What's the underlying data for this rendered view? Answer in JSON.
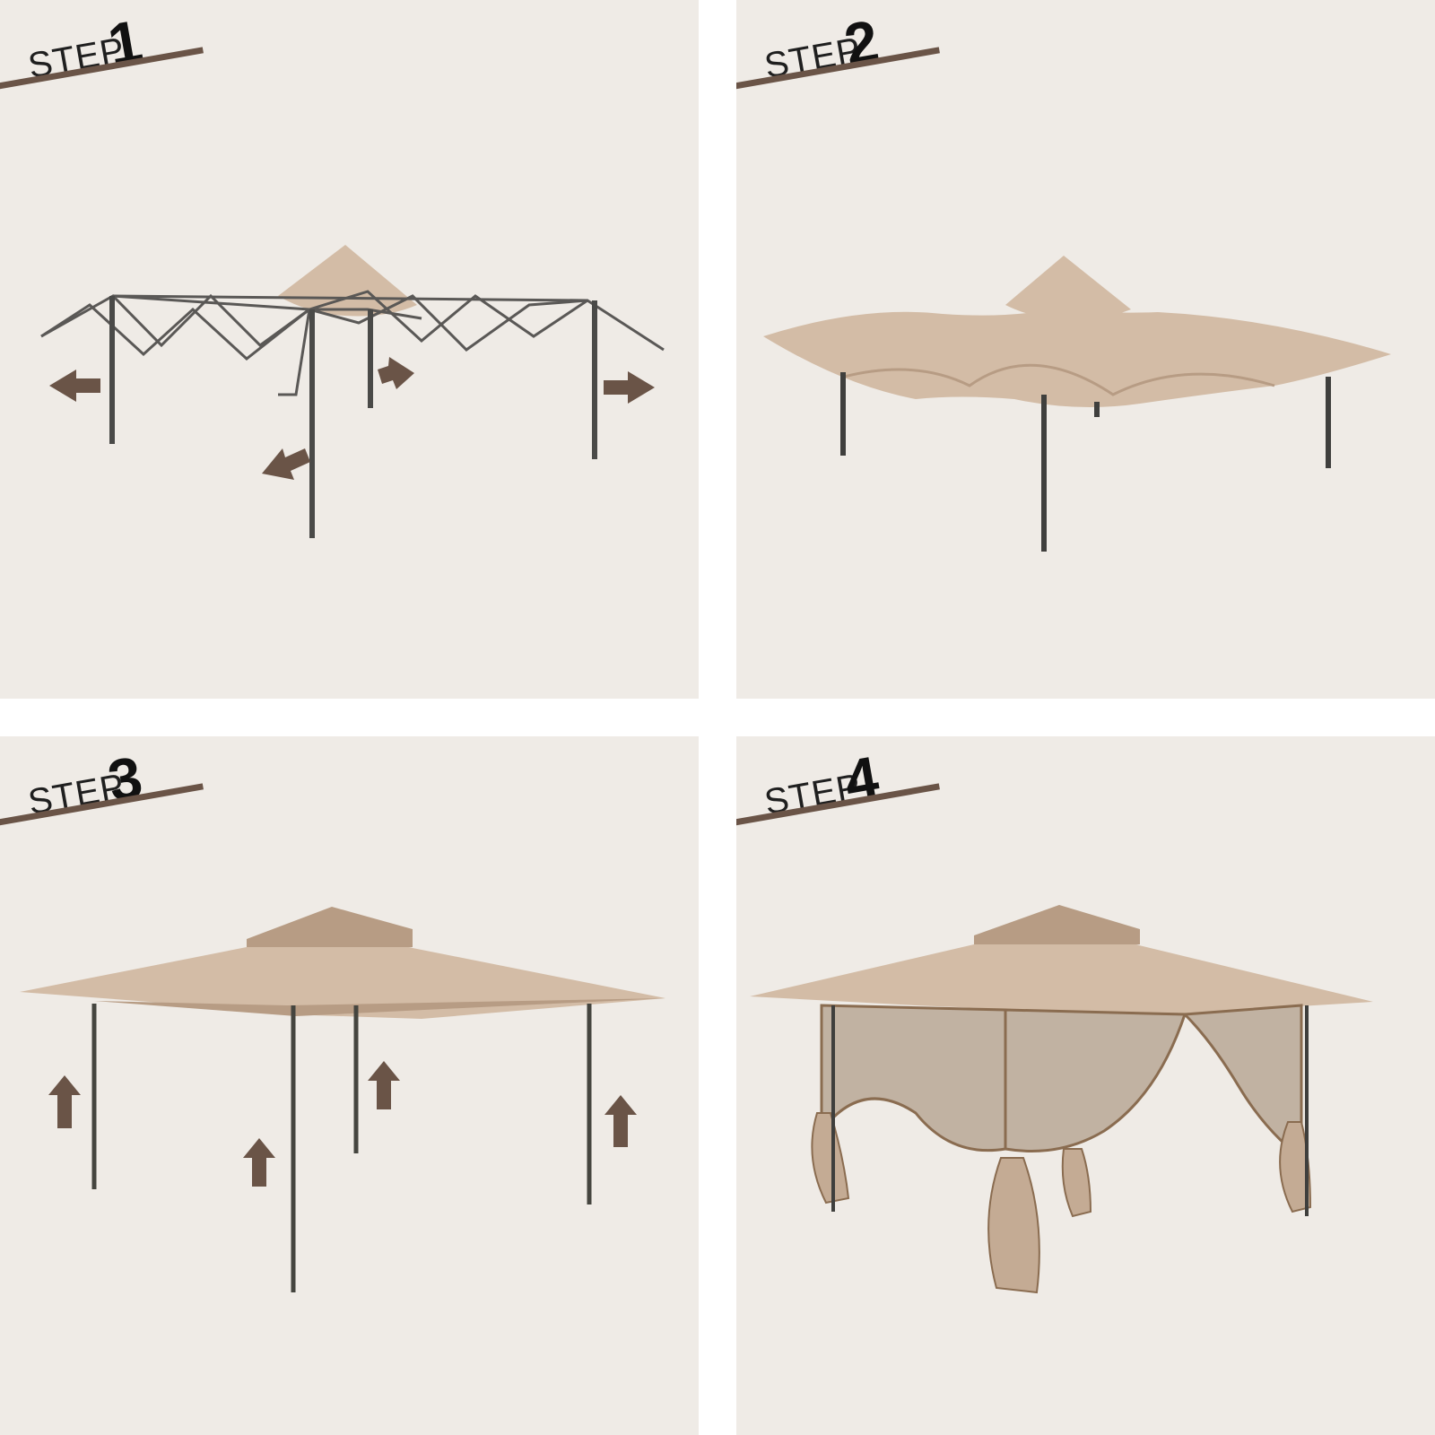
{
  "steps": [
    {
      "word": "STEP",
      "number": "1"
    },
    {
      "word": "STEP",
      "number": "2"
    },
    {
      "word": "STEP",
      "number": "3"
    },
    {
      "word": "STEP",
      "number": "4"
    }
  ],
  "colors": {
    "panel_background": "#efebe6",
    "canopy": "#d3bca6",
    "canopy_shadow": "#b79c84",
    "frame": "#4a4a48",
    "arrow": "#6a5447",
    "netting": "#8a6c50"
  },
  "icons": [
    "arrow-left-icon",
    "arrow-right-icon",
    "arrow-up-icon"
  ]
}
